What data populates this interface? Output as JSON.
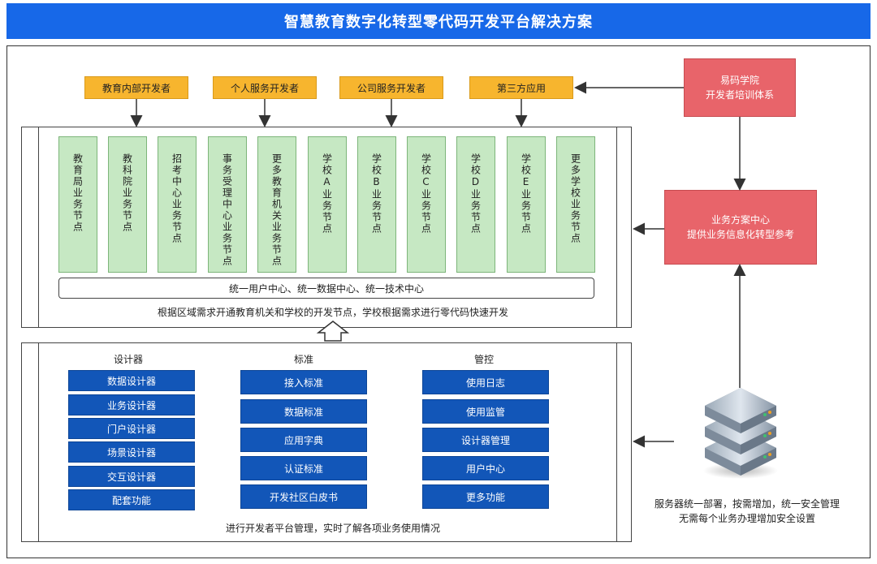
{
  "title": "智慧教育数字化转型零代码开发平台解决方案",
  "developers": [
    "教育内部开发者",
    "个人服务开发者",
    "公司服务开发者",
    "第三方应用"
  ],
  "training": {
    "line1": "易码学院",
    "line2": "开发者培训体系"
  },
  "solution_center": {
    "line1": "业务方案中心",
    "line2": "提供业务信息化转型参考"
  },
  "nodes": [
    "教育局业务节点",
    "教科院业务节点",
    "招考中心业务节点",
    "事务受理中心业务节点",
    "更多教育机关业务节点",
    "学校A业务节点",
    "学校B业务节点",
    "学校C业务节点",
    "学校D业务节点",
    "学校E业务节点",
    "更多学校业务节点"
  ],
  "unified_center": "统一用户中心、统一数据中心、统一技术中心",
  "upper_caption": "根据区域需求开通教育机关和学校的开发节点，学校根据需求进行零代码快速开发",
  "designer": {
    "heading": "设计器",
    "items": [
      "数据设计器",
      "业务设计器",
      "门户设计器",
      "场景设计器",
      "交互设计器",
      "配套功能"
    ]
  },
  "standard": {
    "heading": "标准",
    "items": [
      "接入标准",
      "数据标准",
      "应用字典",
      "认证标准",
      "开发社区白皮书"
    ]
  },
  "control": {
    "heading": "管控",
    "items": [
      "使用日志",
      "使用监管",
      "设计器管理",
      "用户中心",
      "更多功能"
    ]
  },
  "lower_caption": "进行开发者平台管理，实时了解各项业务使用情况",
  "server_caption": {
    "line1": "服务器统一部署，按需增加，统一安全管理",
    "line2": "无需每个业务办理增加安全设置"
  },
  "colors": {
    "title_bar": "#1768e8",
    "dev_tag": "#f7b52e",
    "red_box": "#e8646a",
    "node": "#c6e8c3",
    "blue_button": "#1256b8"
  }
}
